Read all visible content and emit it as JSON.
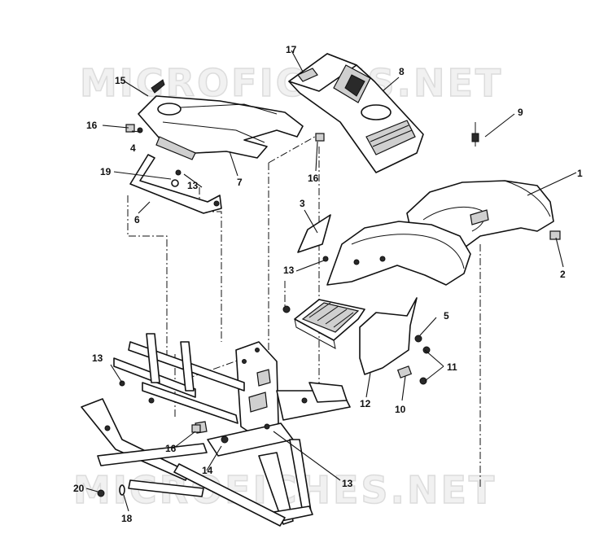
{
  "watermark": {
    "top": "MICROFICHES.NET",
    "bottom": "MICROFICHES.NET"
  },
  "callouts": [
    {
      "id": "c1",
      "text": "1"
    },
    {
      "id": "c2",
      "text": "2"
    },
    {
      "id": "c3",
      "text": "3"
    },
    {
      "id": "c4",
      "text": "4"
    },
    {
      "id": "c5",
      "text": "5"
    },
    {
      "id": "c6",
      "text": "6"
    },
    {
      "id": "c7",
      "text": "7"
    },
    {
      "id": "c8",
      "text": "8"
    },
    {
      "id": "c9",
      "text": "9"
    },
    {
      "id": "c10",
      "text": "10"
    },
    {
      "id": "c11",
      "text": "11"
    },
    {
      "id": "c12",
      "text": "12"
    },
    {
      "id": "c13a",
      "text": "13"
    },
    {
      "id": "c13b",
      "text": "13"
    },
    {
      "id": "c13c",
      "text": "13"
    },
    {
      "id": "c13d",
      "text": "13"
    },
    {
      "id": "c14",
      "text": "14"
    },
    {
      "id": "c15",
      "text": "15"
    },
    {
      "id": "c16a",
      "text": "16"
    },
    {
      "id": "c16b",
      "text": "16"
    },
    {
      "id": "c16c",
      "text": "16"
    },
    {
      "id": "c17",
      "text": "17"
    },
    {
      "id": "c18",
      "text": "18"
    },
    {
      "id": "c19",
      "text": "19"
    },
    {
      "id": "c20",
      "text": "20"
    }
  ]
}
